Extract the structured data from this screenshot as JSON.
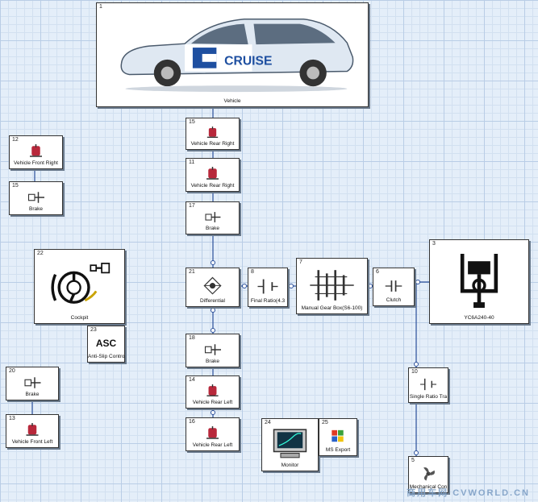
{
  "blocks": {
    "vehicle": {
      "num": "1",
      "label": "Vehicle"
    },
    "rr15": {
      "num": "15",
      "label": "Vehicle  Rear Right"
    },
    "rr11": {
      "num": "11",
      "label": "Vehicle  Rear Right"
    },
    "brake17": {
      "num": "17",
      "label": "Brake"
    },
    "fr12": {
      "num": "12",
      "label": "Vehicle  Front Right"
    },
    "brake15": {
      "num": "15",
      "label": "Brake"
    },
    "cockpit": {
      "num": "22",
      "label": "Cockpit"
    },
    "asc": {
      "num": "23",
      "label": "Anti-Slip Contro",
      "icon_text": "ASC"
    },
    "differential": {
      "num": "21",
      "label": "Differential"
    },
    "final_ratio": {
      "num": "8",
      "label": "Final Ratio(4.3"
    },
    "gearbox": {
      "num": "7",
      "label": "Manual Gear Box(S6-100)"
    },
    "clutch": {
      "num": "6",
      "label": "Clutch"
    },
    "engine": {
      "num": "3",
      "label": "YC6A240-40"
    },
    "brake18": {
      "num": "18",
      "label": "Brake"
    },
    "rl14": {
      "num": "14",
      "label": "Vehicle  Rear Left"
    },
    "rl16": {
      "num": "16",
      "label": "Vehicle  Rear Left"
    },
    "brake20": {
      "num": "20",
      "label": "Brake"
    },
    "fl13": {
      "num": "13",
      "label": "Vehicle  Front Left"
    },
    "single_ratio": {
      "num": "10",
      "label": "Single Ratio Tra"
    },
    "monitor": {
      "num": "24",
      "label": "Monitor"
    },
    "ms_export": {
      "num": "25",
      "label": "MS Export"
    },
    "mech_consumer": {
      "num": "5",
      "label": "Mechanical Con"
    }
  },
  "car_logo_text": "CRUISE",
  "watermark": "商用车网  CVWORLD.CN",
  "colors": {
    "wheel": "#b8283b",
    "connector": "#2a4f9a",
    "grid_major": "#b9cde6",
    "background": "#e4eef9"
  }
}
